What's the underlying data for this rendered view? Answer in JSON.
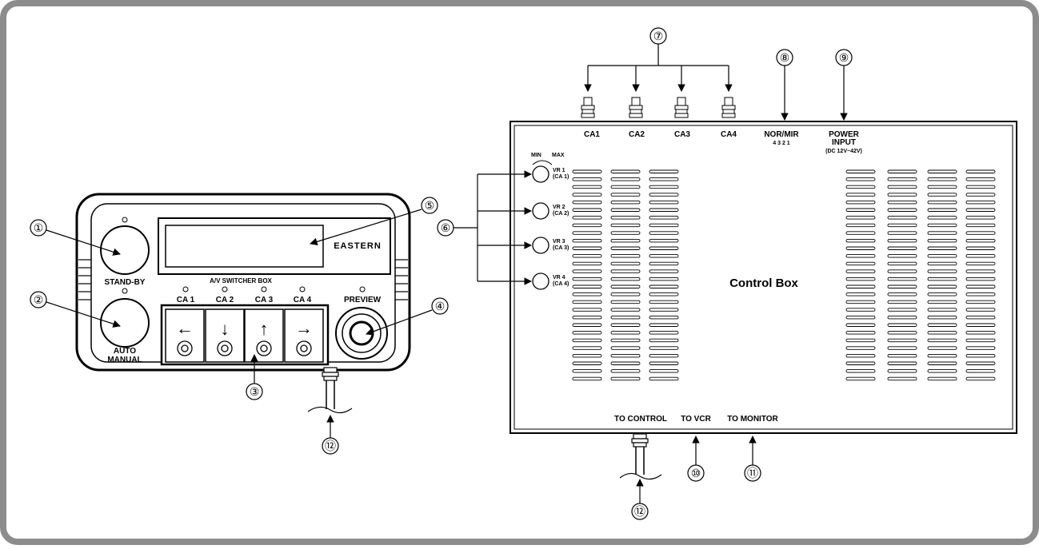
{
  "remote": {
    "brand": "EASTERN",
    "standby_label": "STAND-BY",
    "auto_label": "AUTO",
    "manual_label": "MANUAL",
    "switcher_title": "A/V SWITCHER BOX",
    "channels": [
      "CA 1",
      "CA 2",
      "CA 3",
      "CA 4"
    ],
    "preview_label": "PREVIEW",
    "arrows": [
      "←",
      "↓",
      "↑",
      "→"
    ]
  },
  "control_box": {
    "title": "Control Box",
    "top_ports": [
      "CA1",
      "CA2",
      "CA3",
      "CA4"
    ],
    "nor_mir": "NOR/MIR",
    "nor_mir_digits": "4  3  2  1",
    "power_1": "POWER",
    "power_2": "INPUT",
    "power_3": "(DC 12V~42V)",
    "min": "MIN",
    "max": "MAX",
    "vr": [
      {
        "name": "VR 1",
        "ch": "(CA 1)"
      },
      {
        "name": "VR 2",
        "ch": "(CA 2)"
      },
      {
        "name": "VR 3",
        "ch": "(CA 3)"
      },
      {
        "name": "VR 4",
        "ch": "(CA 4)"
      }
    ],
    "to_control": "TO CONTROL",
    "to_vcr": "TO VCR",
    "to_monitor": "TO MONITOR"
  },
  "callouts": {
    "c1": "①",
    "c2": "②",
    "c3": "③",
    "c4": "④",
    "c5": "⑤",
    "c6": "⑥",
    "c7": "⑦",
    "c8": "⑧",
    "c9": "⑨",
    "c10": "⑩",
    "c11": "⑪",
    "c12": "⑫",
    "c12b": "⑫"
  }
}
